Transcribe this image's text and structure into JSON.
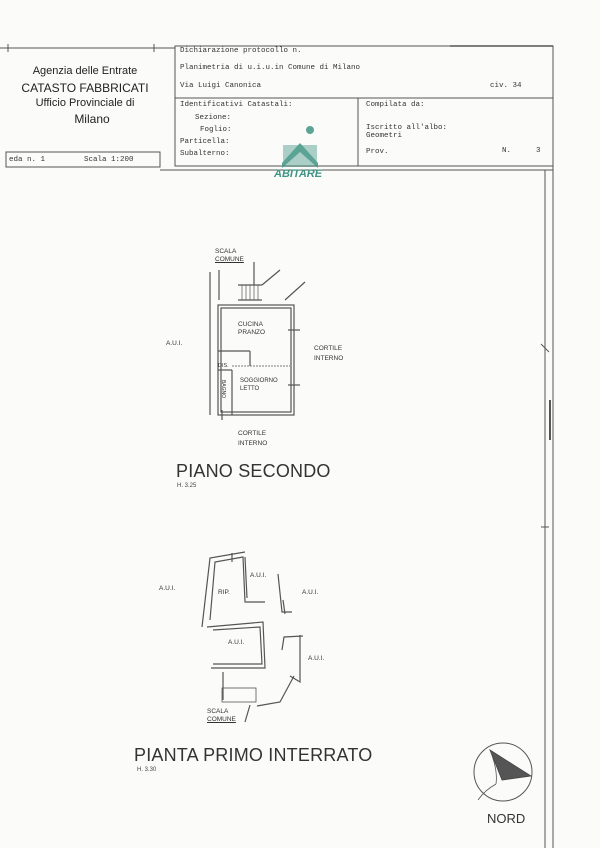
{
  "header": {
    "agency": [
      "Agenzia delle Entrate",
      "CATASTO FABBRICATI",
      "Ufficio Provinciale di",
      "Milano"
    ],
    "scheda": "eda n. 1",
    "scala": "Scala 1:200",
    "dichiarazione": "Dichiarazione protocollo n.",
    "planimetria": "Planimetria di u.i.u.in Comune di Milano",
    "via": "Via Luigi Canonica",
    "civico": "civ. 34",
    "identificativi": "Identificativi Catastali:",
    "sezione": "Sezione:",
    "foglio": "Foglio:",
    "particella": "Particella:",
    "subalterno": "Subalterno:",
    "compilata": "Compilata da:",
    "iscritto": "Iscritto all'albo:",
    "albo": "Geometri",
    "prov": "Prov.",
    "n": "N.",
    "n_value": "3"
  },
  "watermark": {
    "text": "ABITARE",
    "color": "#3f9484"
  },
  "piano_secondo": {
    "title": "PIANO SECONDO",
    "height": "H. 3.25",
    "labels": {
      "scala": [
        "SCALA",
        "COMUNE"
      ],
      "cucina": [
        "CUCINA",
        "PRANZO"
      ],
      "aui": "A.U.I.",
      "cortile_right": [
        "CORTILE",
        "INTERNO"
      ],
      "dis": "DIS.",
      "bagno": "BAGNO",
      "soggiorno": [
        "SOGGIORNO",
        "LETTO"
      ],
      "cortile_bottom": [
        "CORTILE",
        "INTERNO"
      ]
    }
  },
  "primo_interrato": {
    "title": "PIANTA PRIMO INTERRATO",
    "height": "H. 3.30",
    "labels": {
      "rip": "RIP.",
      "aui": "A.U.I.",
      "scala": [
        "SCALA",
        "COMUNE"
      ]
    }
  },
  "compass": {
    "label": "NORD"
  }
}
